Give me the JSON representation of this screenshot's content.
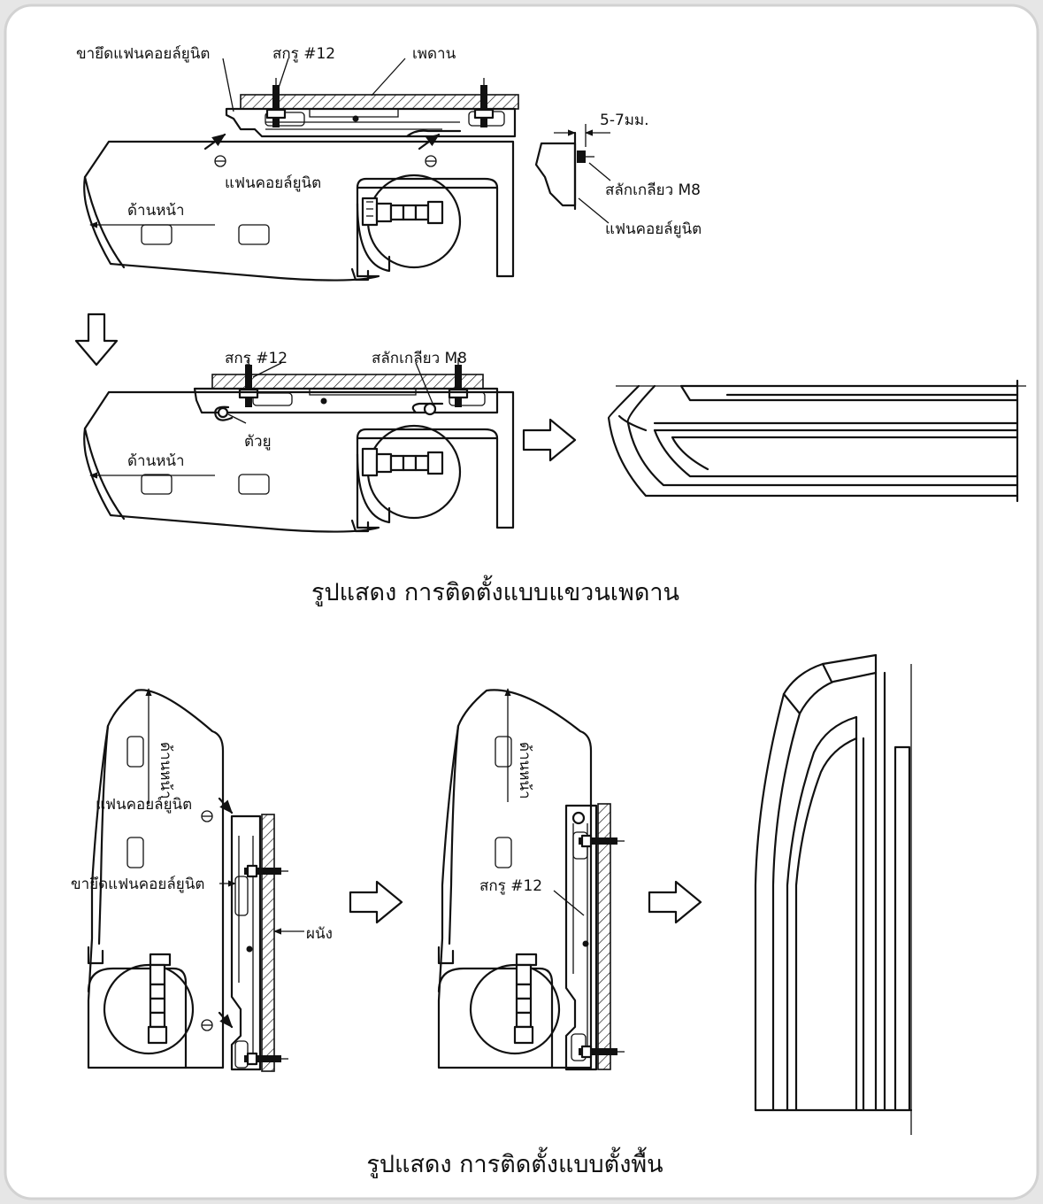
{
  "figure_top": {
    "caption": "รูปแสดง การติดตั้งแบบแขวนเพดาน",
    "labels": {
      "bracket": "ขายึดแฟนคอยล์ยูนิต",
      "screw": "สกรู #12",
      "ceiling": "เพดาน",
      "gap": "5-7มม.",
      "stud_bolt": "สลักเกลียว M8",
      "fan_coil": "แฟนคอยล์ยูนิต",
      "front": "ด้านหน้า",
      "screw2": "สกรู #12",
      "stud_bolt2": "สลักเกลียว M8",
      "u_hook": "ตัวยู",
      "front2": "ด้านหน้า"
    }
  },
  "figure_bottom": {
    "caption": "รูปแสดง การติดตั้งแบบตั้งพื้น",
    "labels": {
      "fan_coil": "แฟนคอยล์ยูนิต",
      "bracket": "ขายึดแฟนคอยล์ยูนิต",
      "wall": "ผนัง",
      "front_vertical": "ด้านหน้า",
      "front_vertical2": "ด้านหน้า",
      "screw": "สกรู #12"
    }
  }
}
